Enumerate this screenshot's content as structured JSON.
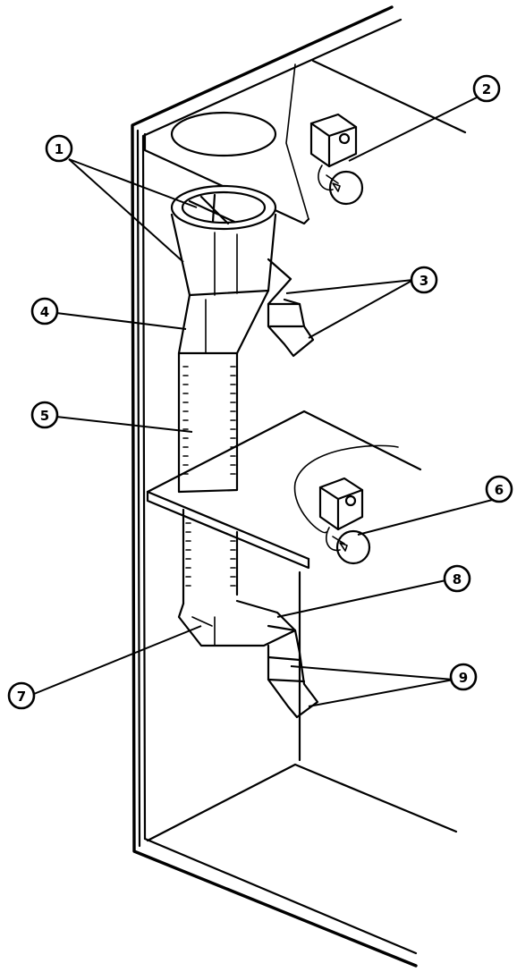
{
  "callouts": [
    {
      "id": "1",
      "label": "1"
    },
    {
      "id": "2",
      "label": "2"
    },
    {
      "id": "3",
      "label": "3"
    },
    {
      "id": "4",
      "label": "4"
    },
    {
      "id": "5",
      "label": "5"
    },
    {
      "id": "6",
      "label": "6"
    },
    {
      "id": "7",
      "label": "7"
    },
    {
      "id": "8",
      "label": "8"
    },
    {
      "id": "9",
      "label": "9"
    }
  ],
  "colors": {
    "line": "#000000",
    "background": "#ffffff"
  }
}
